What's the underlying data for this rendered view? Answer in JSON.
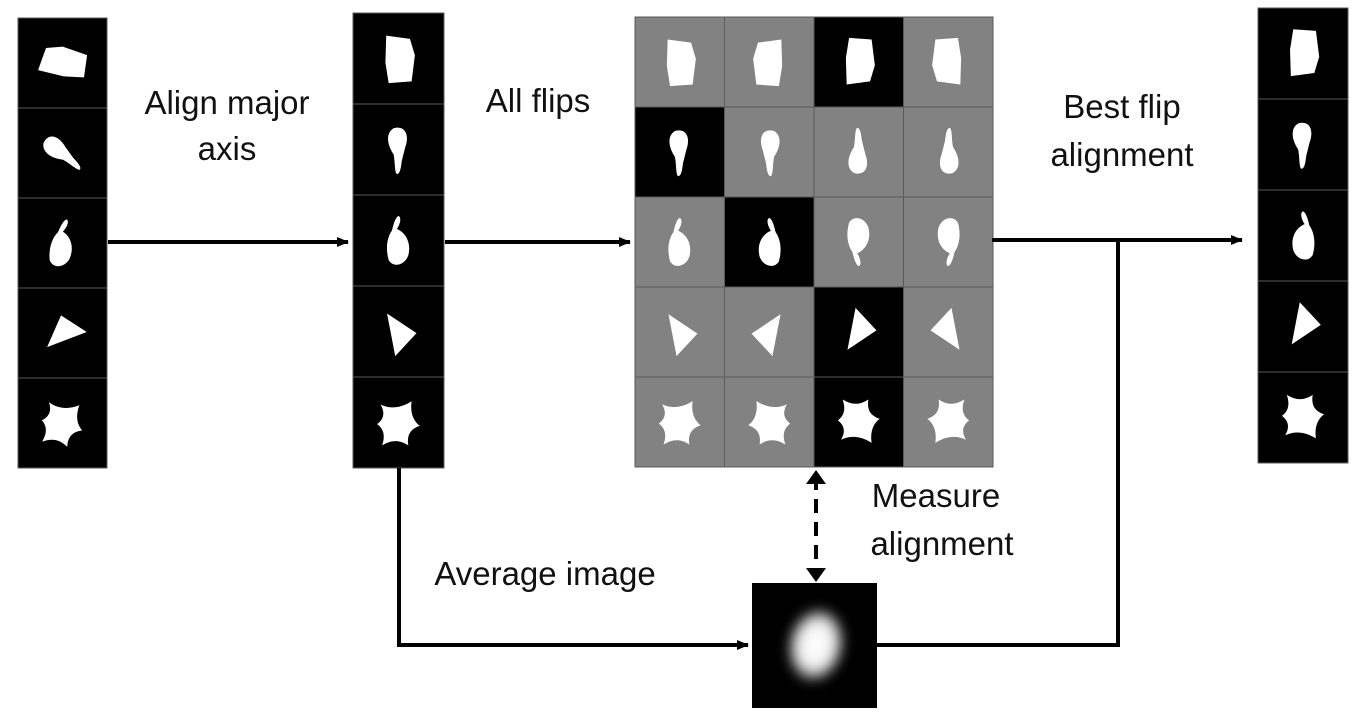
{
  "labels": {
    "align_line1": "Align major",
    "align_line2": "axis",
    "all_flips": "All flips",
    "best_line1": "Best flip",
    "best_line2": "alignment",
    "measure_line1": "Measure",
    "measure_line2": "alignment",
    "average": "Average image"
  },
  "colors": {
    "cell_black": "#000000",
    "cell_gray": "#828282",
    "shape": "#ffffff",
    "arrow": "#000000"
  },
  "shapes": [
    "blob",
    "tadpole",
    "hook",
    "triangle",
    "star"
  ],
  "flip_grid_selected": [
    2,
    0,
    1,
    2,
    2
  ],
  "flip_transforms": [
    "none",
    "mirror-x",
    "mirror-y",
    "mirror-xy"
  ]
}
